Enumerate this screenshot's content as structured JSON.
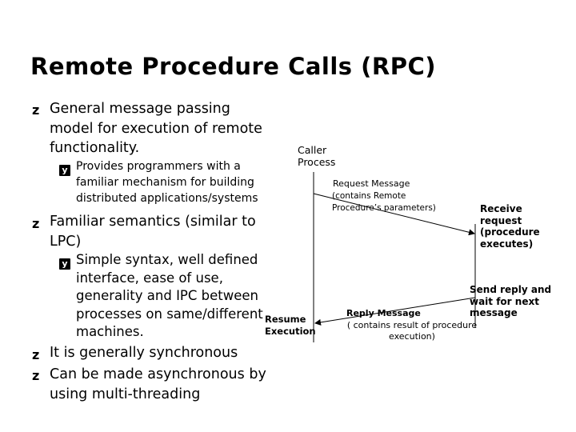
{
  "title": "Remote Procedure Calls (RPC)",
  "bullets": {
    "b1": "General message passing model for execution of remote functionality.",
    "b1_sub": "Provides programmers with a familiar mechanism for building distributed applications/systems",
    "b2": "Familiar semantics (similar to LPC)",
    "b2_sub": "Simple syntax, well defined interface, ease of use, generality and IPC between processes on same/different machines.",
    "b3": "It is generally synchronous",
    "b4": "Can be made asynchronous by using multi-threading"
  },
  "diagram": {
    "caller_process": "Caller Process",
    "request_message": "Request Message",
    "request_note": "(contains Remote Procedure’s parameters)",
    "receive_request": "Receive request (procedure executes)",
    "send_reply": "Send reply and wait for next message",
    "reply_message": "Reply Message",
    "reply_note": "( contains result of procedure execution)",
    "resume_execution": "Resume Execution"
  }
}
